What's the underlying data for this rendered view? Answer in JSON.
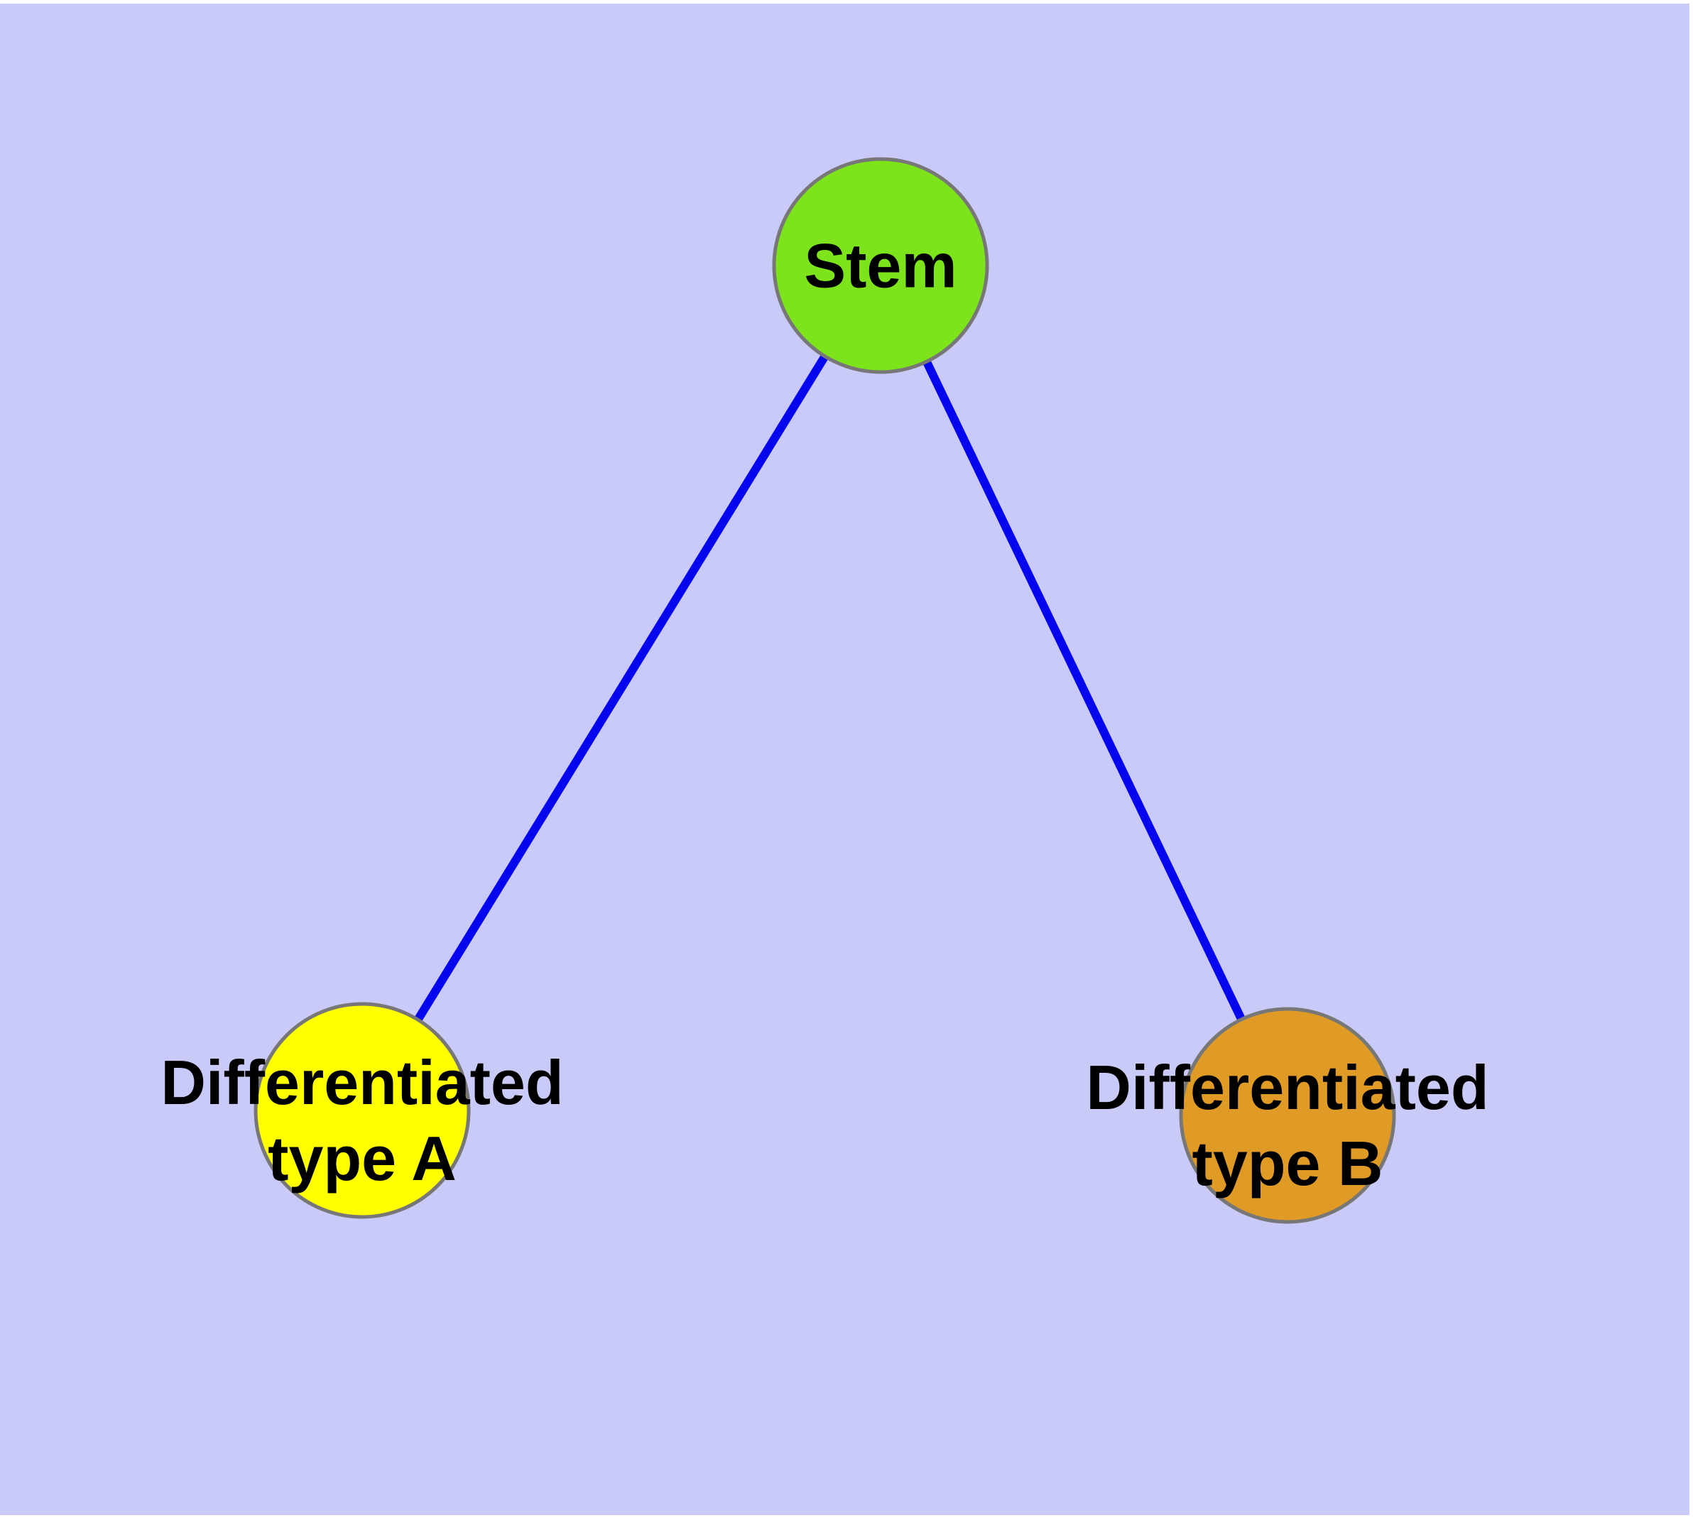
{
  "diagram": {
    "page_background": "#ffffff",
    "background": "#cacaf8",
    "edge_color": "#0505ee",
    "node_border_color": "#777777",
    "label_color": "#000000",
    "nodes": [
      {
        "id": "stem",
        "label": "Stem",
        "lines": [
          "Stem"
        ],
        "fill": "#7de41c"
      },
      {
        "id": "differentiated-type-a",
        "label": "Differentiated type A",
        "lines": [
          "Differentiated",
          "type A"
        ],
        "fill": "#ffff00"
      },
      {
        "id": "differentiated-type-b",
        "label": "Differentiated type B",
        "lines": [
          "Differentiated",
          "type B"
        ],
        "fill": "#e09a26"
      }
    ],
    "edges": [
      {
        "from": "Stem",
        "to": "Differentiated type A"
      },
      {
        "from": "Stem",
        "to": "Differentiated type B"
      }
    ]
  }
}
